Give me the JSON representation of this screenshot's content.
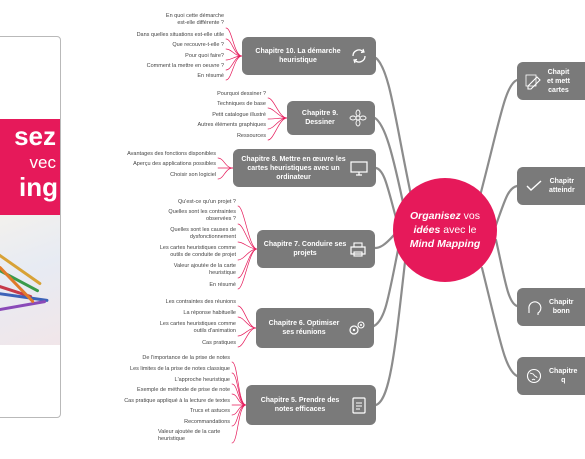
{
  "book": {
    "line1": "sez",
    "line2": "vec",
    "line3": "ing"
  },
  "center": {
    "w1": "Organisez",
    "w2": " vos",
    "w3": "idées",
    "w4": " avec le",
    "w5": "Mind Mapping"
  },
  "chapters": [
    {
      "title": "Chapitre 10. La démarche heuristique",
      "icon": "cycle-icon",
      "leaves": [
        "En quoi cette démarche est-elle différente ?",
        "Dans quelles situations est-elle utile",
        "Que recouvre-t-elle ?",
        "Pour quoi faire?",
        "Comment la mettre en oeuvre ?",
        "En résumé"
      ]
    },
    {
      "title": "Chapitre 9. Dessiner",
      "icon": "flower-icon",
      "leaves": [
        "Pourquoi dessiner ?",
        "Techniques de base",
        "Petit catalogue illustré",
        "Autres éléments graphiques",
        "Ressources"
      ]
    },
    {
      "title": "Chapitre 8. Mettre en œuvre les cartes heuristiques avec un ordinateur",
      "icon": "monitor-icon",
      "leaves": [
        "Avantages des fonctions disponibles",
        "Aperçu des applications possibles",
        "Choisir son logiciel"
      ]
    },
    {
      "title": "Chapitre 7. Conduire ses projets",
      "icon": "printer-icon",
      "leaves": [
        "Qu'est-ce qu'un projet ?",
        "Quelles sont les contraintes observées ?",
        "Quelles sont les causes de dysfonctionnement",
        "Les cartes heuristiques comme outils de conduite de projet",
        "Valeur ajoutée de la carte heuristique",
        "En résumé"
      ]
    },
    {
      "title": "Chapitre 6. Optimiser ses réunions",
      "icon": "gears-icon",
      "leaves": [
        "Les contraintes des réunions",
        "La réponse habituelle",
        "Les cartes heuristiques comme outils d'animation",
        "Cas pratiques"
      ]
    },
    {
      "title": "Chapitre 5. Prendre des notes efficaces",
      "icon": "clipboard-icon",
      "leaves": [
        "De l'importance de la prise de notes",
        "Les limites de la prise de notes classique",
        "L'approche heuristique",
        "Exemple de méthode de prise de note",
        "Cas pratique appliqué à la lecture de textes",
        "Trucs et astuces",
        "Recommandations",
        "Valeur ajoutée de la carte heuristique"
      ]
    }
  ],
  "right_nodes": [
    {
      "l1": "Chapit",
      "l2": "et mett",
      "l3": "cartes",
      "icon": "pencil-icon"
    },
    {
      "l1": "Chapitr",
      "l2": "atteindr",
      "l3": "",
      "icon": "check-icon"
    },
    {
      "l1": "Chapitr",
      "l2": "bonn",
      "l3": "",
      "icon": "head-icon"
    },
    {
      "l1": "Chapitre",
      "l2": "q",
      "l3": "",
      "icon": "globe-icon"
    }
  ]
}
